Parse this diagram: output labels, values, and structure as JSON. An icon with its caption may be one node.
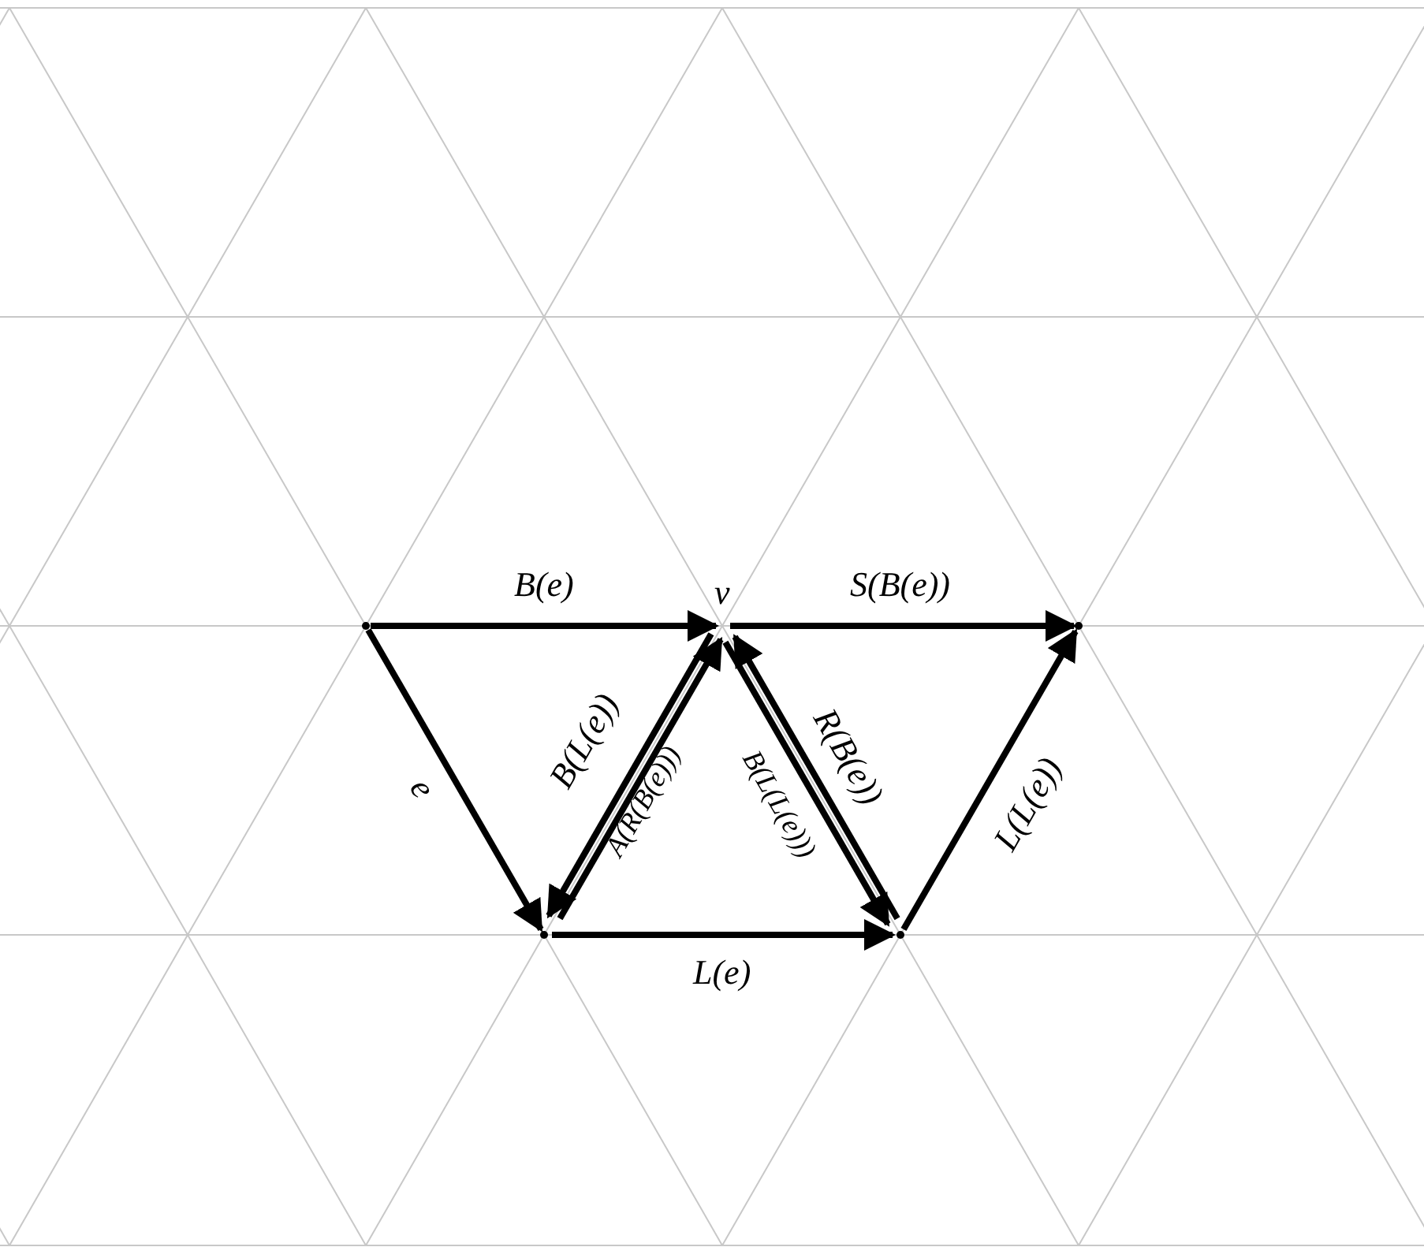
{
  "diagram": {
    "nodes": [
      {
        "text": [],
        "shape": "point"
      },
      {
        "text": [
          "v"
        ]
      },
      {
        "text": [],
        "shape": "point"
      },
      {
        "text": [],
        "shape": "point"
      },
      {
        "text": [],
        "shape": "point"
      }
    ],
    "edges": [
      {
        "from": 0,
        "to": 1,
        "arrow": "to",
        "label": "B(e)"
      },
      {
        "from": 1,
        "to": 2,
        "arrow": "to",
        "label": "S(B(e))"
      },
      {
        "from": 0,
        "to": 3,
        "arrow": "to",
        "label": "e"
      },
      {
        "from": 3,
        "to": 1,
        "arrow": "to",
        "label": "B(L(e))"
      },
      {
        "from": 1,
        "to": 3,
        "arrow": "to",
        "label": "A(R(B(e)))"
      },
      {
        "from": 4,
        "to": 1,
        "arrow": "to",
        "label": "B(L(L(e)))"
      },
      {
        "from": 1,
        "to": 4,
        "arrow": "to",
        "label": "R(B(e))"
      },
      {
        "from": 3,
        "to": 4,
        "arrow": "to",
        "label": "L(e)"
      },
      {
        "from": 4,
        "to": 2,
        "arrow": "to",
        "label": "L(L(e))"
      }
    ]
  }
}
